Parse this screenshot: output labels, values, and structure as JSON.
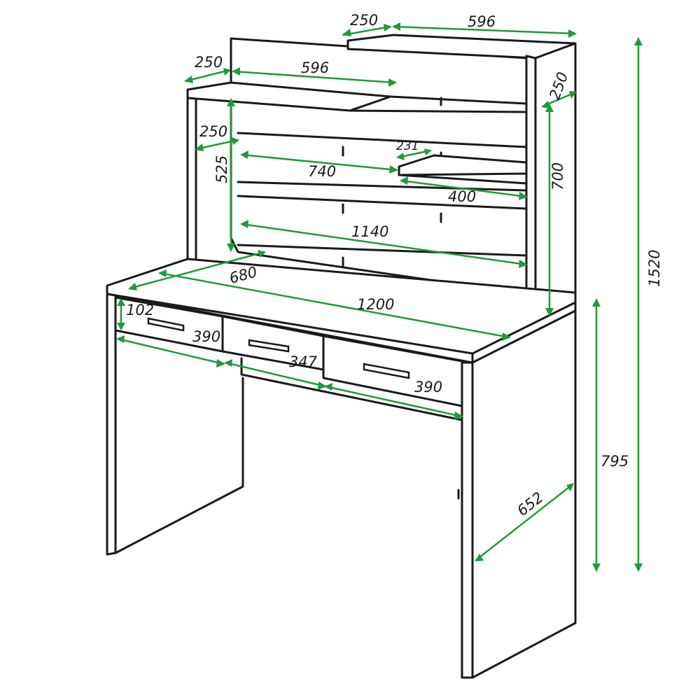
{
  "colors": {
    "outline": "#1a1a1a",
    "dimension": "#1e9a3c",
    "background": "#ffffff"
  },
  "dimensions": {
    "top_shelf_depth": "250",
    "top_shelf_width": "596",
    "left_shelf_depth": "250",
    "left_shelf_width": "596",
    "right_shelf_depth": "250",
    "hutch_shelf_depth": "250",
    "hutch_inner_height": "525",
    "hutch_shelf_width": "740",
    "small_shelf_depth": "231",
    "small_shelf_width": "400",
    "hutch_height": "700",
    "hutch_back_width": "1140",
    "desk_depth": "680",
    "desk_width": "1200",
    "drawer_height": "102",
    "drawer_left_width": "390",
    "drawer_middle_width": "347",
    "drawer_right_width": "390",
    "desk_height": "795",
    "total_height": "1520",
    "leg_depth": "652"
  }
}
